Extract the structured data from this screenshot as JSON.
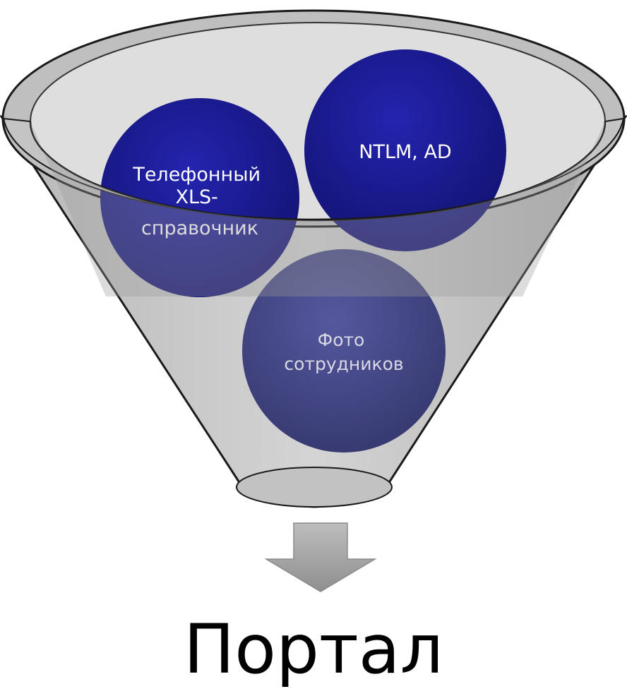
{
  "funnel": {
    "inputs": [
      {
        "lines": [
          "Телефонный",
          "XLS-",
          "справочник"
        ]
      },
      {
        "lines": [
          "NTLM, AD"
        ]
      },
      {
        "lines": [
          "Фото",
          "сотрудников"
        ]
      }
    ]
  },
  "output": {
    "label": "Портал"
  },
  "colors": {
    "funnel_fill": "#c9c9c9",
    "funnel_outline": "#1a1a1a",
    "circle_dark": "#1a1a8c",
    "circle_muted": "#474a8c",
    "arrow_fill": "#a8a8a8",
    "text_light": "#ffffff",
    "text_muted": "#d9d9e6"
  }
}
